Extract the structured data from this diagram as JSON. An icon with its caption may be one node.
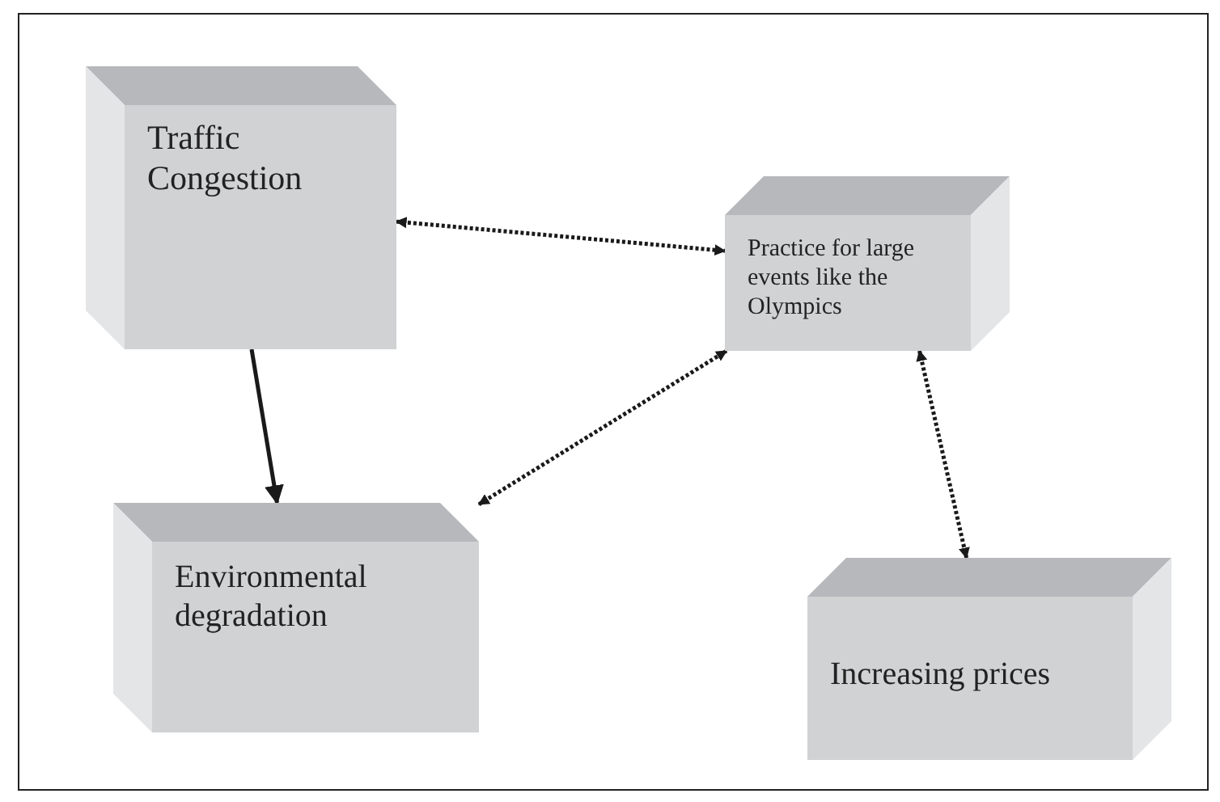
{
  "diagram": {
    "nodes": [
      {
        "text": [
          "Traffic Congestion"
        ]
      },
      {
        "text": [
          "Practice for large events like the Olympics"
        ]
      },
      {
        "text": [
          "Environmental degradation"
        ]
      },
      {
        "text": [
          "Increasing prices"
        ]
      }
    ],
    "edges": [
      {
        "from": 0,
        "to": 1,
        "arrow": "both",
        "style": "dashed"
      },
      {
        "from": 0,
        "to": 2,
        "arrow": "to"
      },
      {
        "from": 2,
        "to": 1,
        "arrow": "both",
        "style": "dashed"
      },
      {
        "from": 1,
        "to": 3,
        "arrow": "both",
        "style": "dashed"
      }
    ]
  }
}
